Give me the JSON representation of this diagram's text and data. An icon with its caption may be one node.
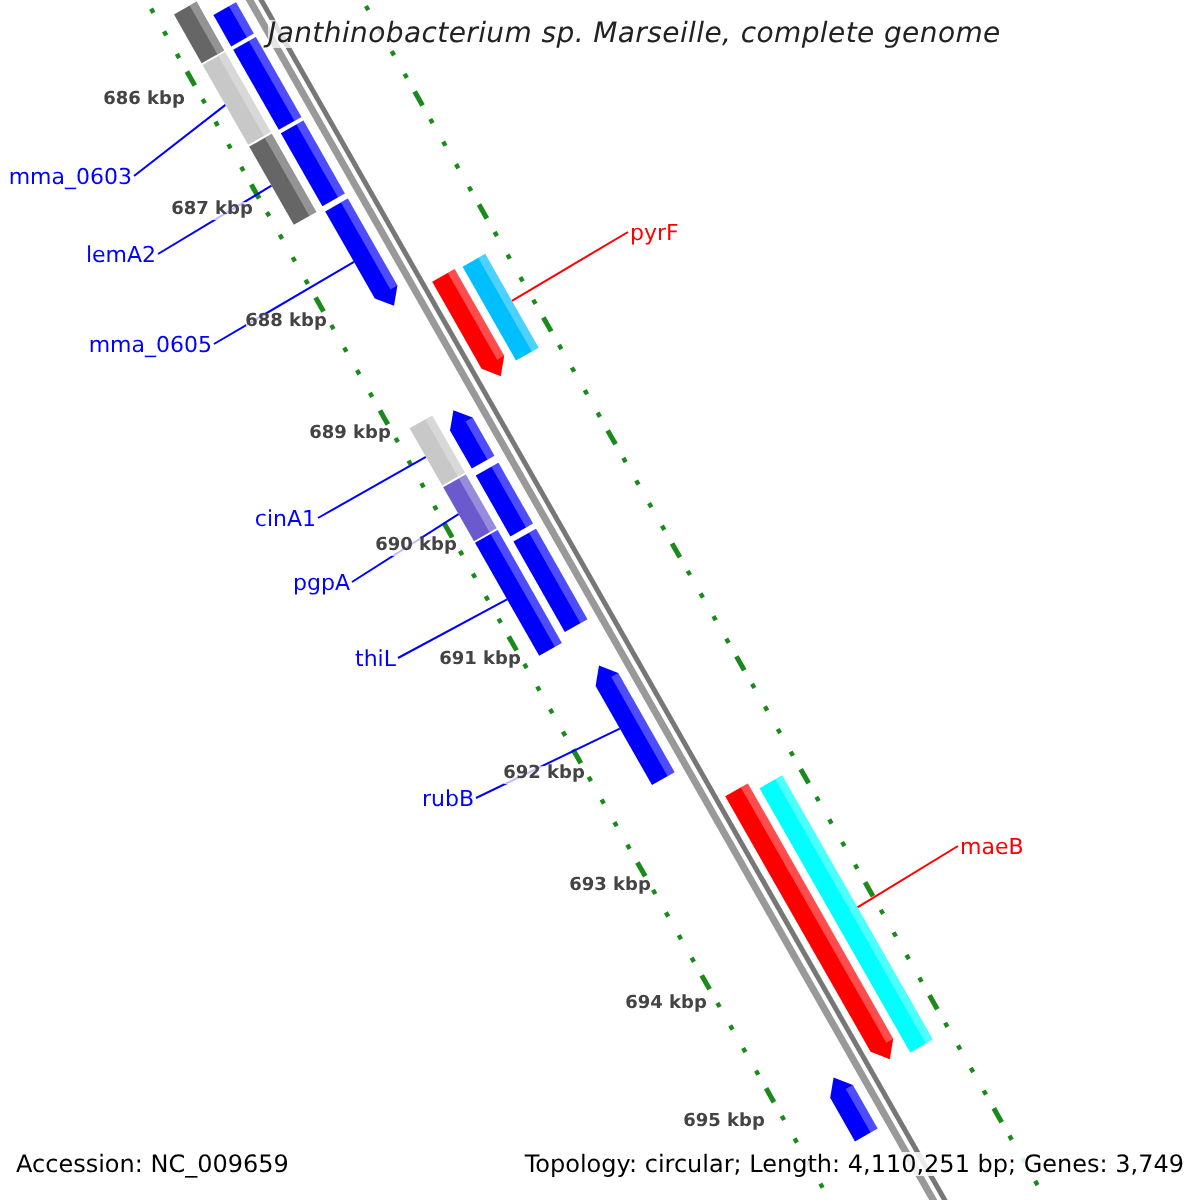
{
  "diagram": {
    "title": "Janthinobacterium sp. Marseille, complete genome",
    "nodes": [
      {
        "text": [
          "mma_0603"
        ]
      },
      {
        "text": [
          "lemA2"
        ]
      },
      {
        "text": [
          "mma_0605"
        ]
      },
      {
        "text": [
          "cinA1"
        ]
      },
      {
        "text": [
          "pgpA"
        ]
      },
      {
        "text": [
          "thiL"
        ]
      },
      {
        "text": [
          "rubB"
        ]
      },
      {
        "text": [
          "pyrF"
        ]
      },
      {
        "text": [
          "maeB"
        ]
      },
      {
        "text": [],
        "shape": "bar"
      },
      {
        "text": [],
        "shape": "bar"
      },
      {
        "text": [],
        "shape": "bar"
      },
      {
        "text": [],
        "shape": "bar"
      },
      {
        "text": [],
        "shape": "bar"
      },
      {
        "text": [],
        "shape": "bar"
      },
      {
        "text": [],
        "shape": "bar"
      },
      {
        "text": [],
        "shape": "bar"
      },
      {
        "text": [],
        "shape": "bar"
      },
      {
        "text": [],
        "shape": "bar"
      },
      {
        "text": [],
        "shape": "bar"
      },
      {
        "text": [],
        "shape": "bar"
      },
      {
        "text": [],
        "shape": "bar"
      },
      {
        "text": [],
        "shape": "bar"
      },
      {
        "text": [],
        "shape": "bar"
      },
      {
        "text": [],
        "shape": "bar"
      },
      {
        "text": [],
        "shape": "bar"
      },
      {
        "text": [],
        "shape": "bar"
      },
      {
        "text": [],
        "shape": "bar"
      }
    ],
    "edges": [
      {
        "from": 0,
        "to": 9,
        "arrow": "none"
      },
      {
        "from": 1,
        "to": 10,
        "arrow": "none"
      },
      {
        "from": 2,
        "to": 11,
        "arrow": "none"
      },
      {
        "from": 3,
        "to": 12,
        "arrow": "none"
      },
      {
        "from": 4,
        "to": 13,
        "arrow": "none"
      },
      {
        "from": 5,
        "to": 14,
        "arrow": "none"
      },
      {
        "from": 6,
        "to": 15,
        "arrow": "none"
      },
      {
        "from": 7,
        "to": 16,
        "arrow": "none",
        "color": "#ff0000"
      },
      {
        "from": 8,
        "to": 17,
        "arrow": "none",
        "color": "#ff0000"
      }
    ],
    "labels": [
      "686 kbp",
      "687 kbp",
      "688 kbp",
      "689 kbp",
      "690 kbp",
      "691 kbp",
      "692 kbp",
      "693 kbp",
      "694 kbp",
      "695 kbp",
      "Accession: NC_009659",
      "Topology: circular; Length: 4,110,251 bp; Genes: 3,749"
    ]
  }
}
